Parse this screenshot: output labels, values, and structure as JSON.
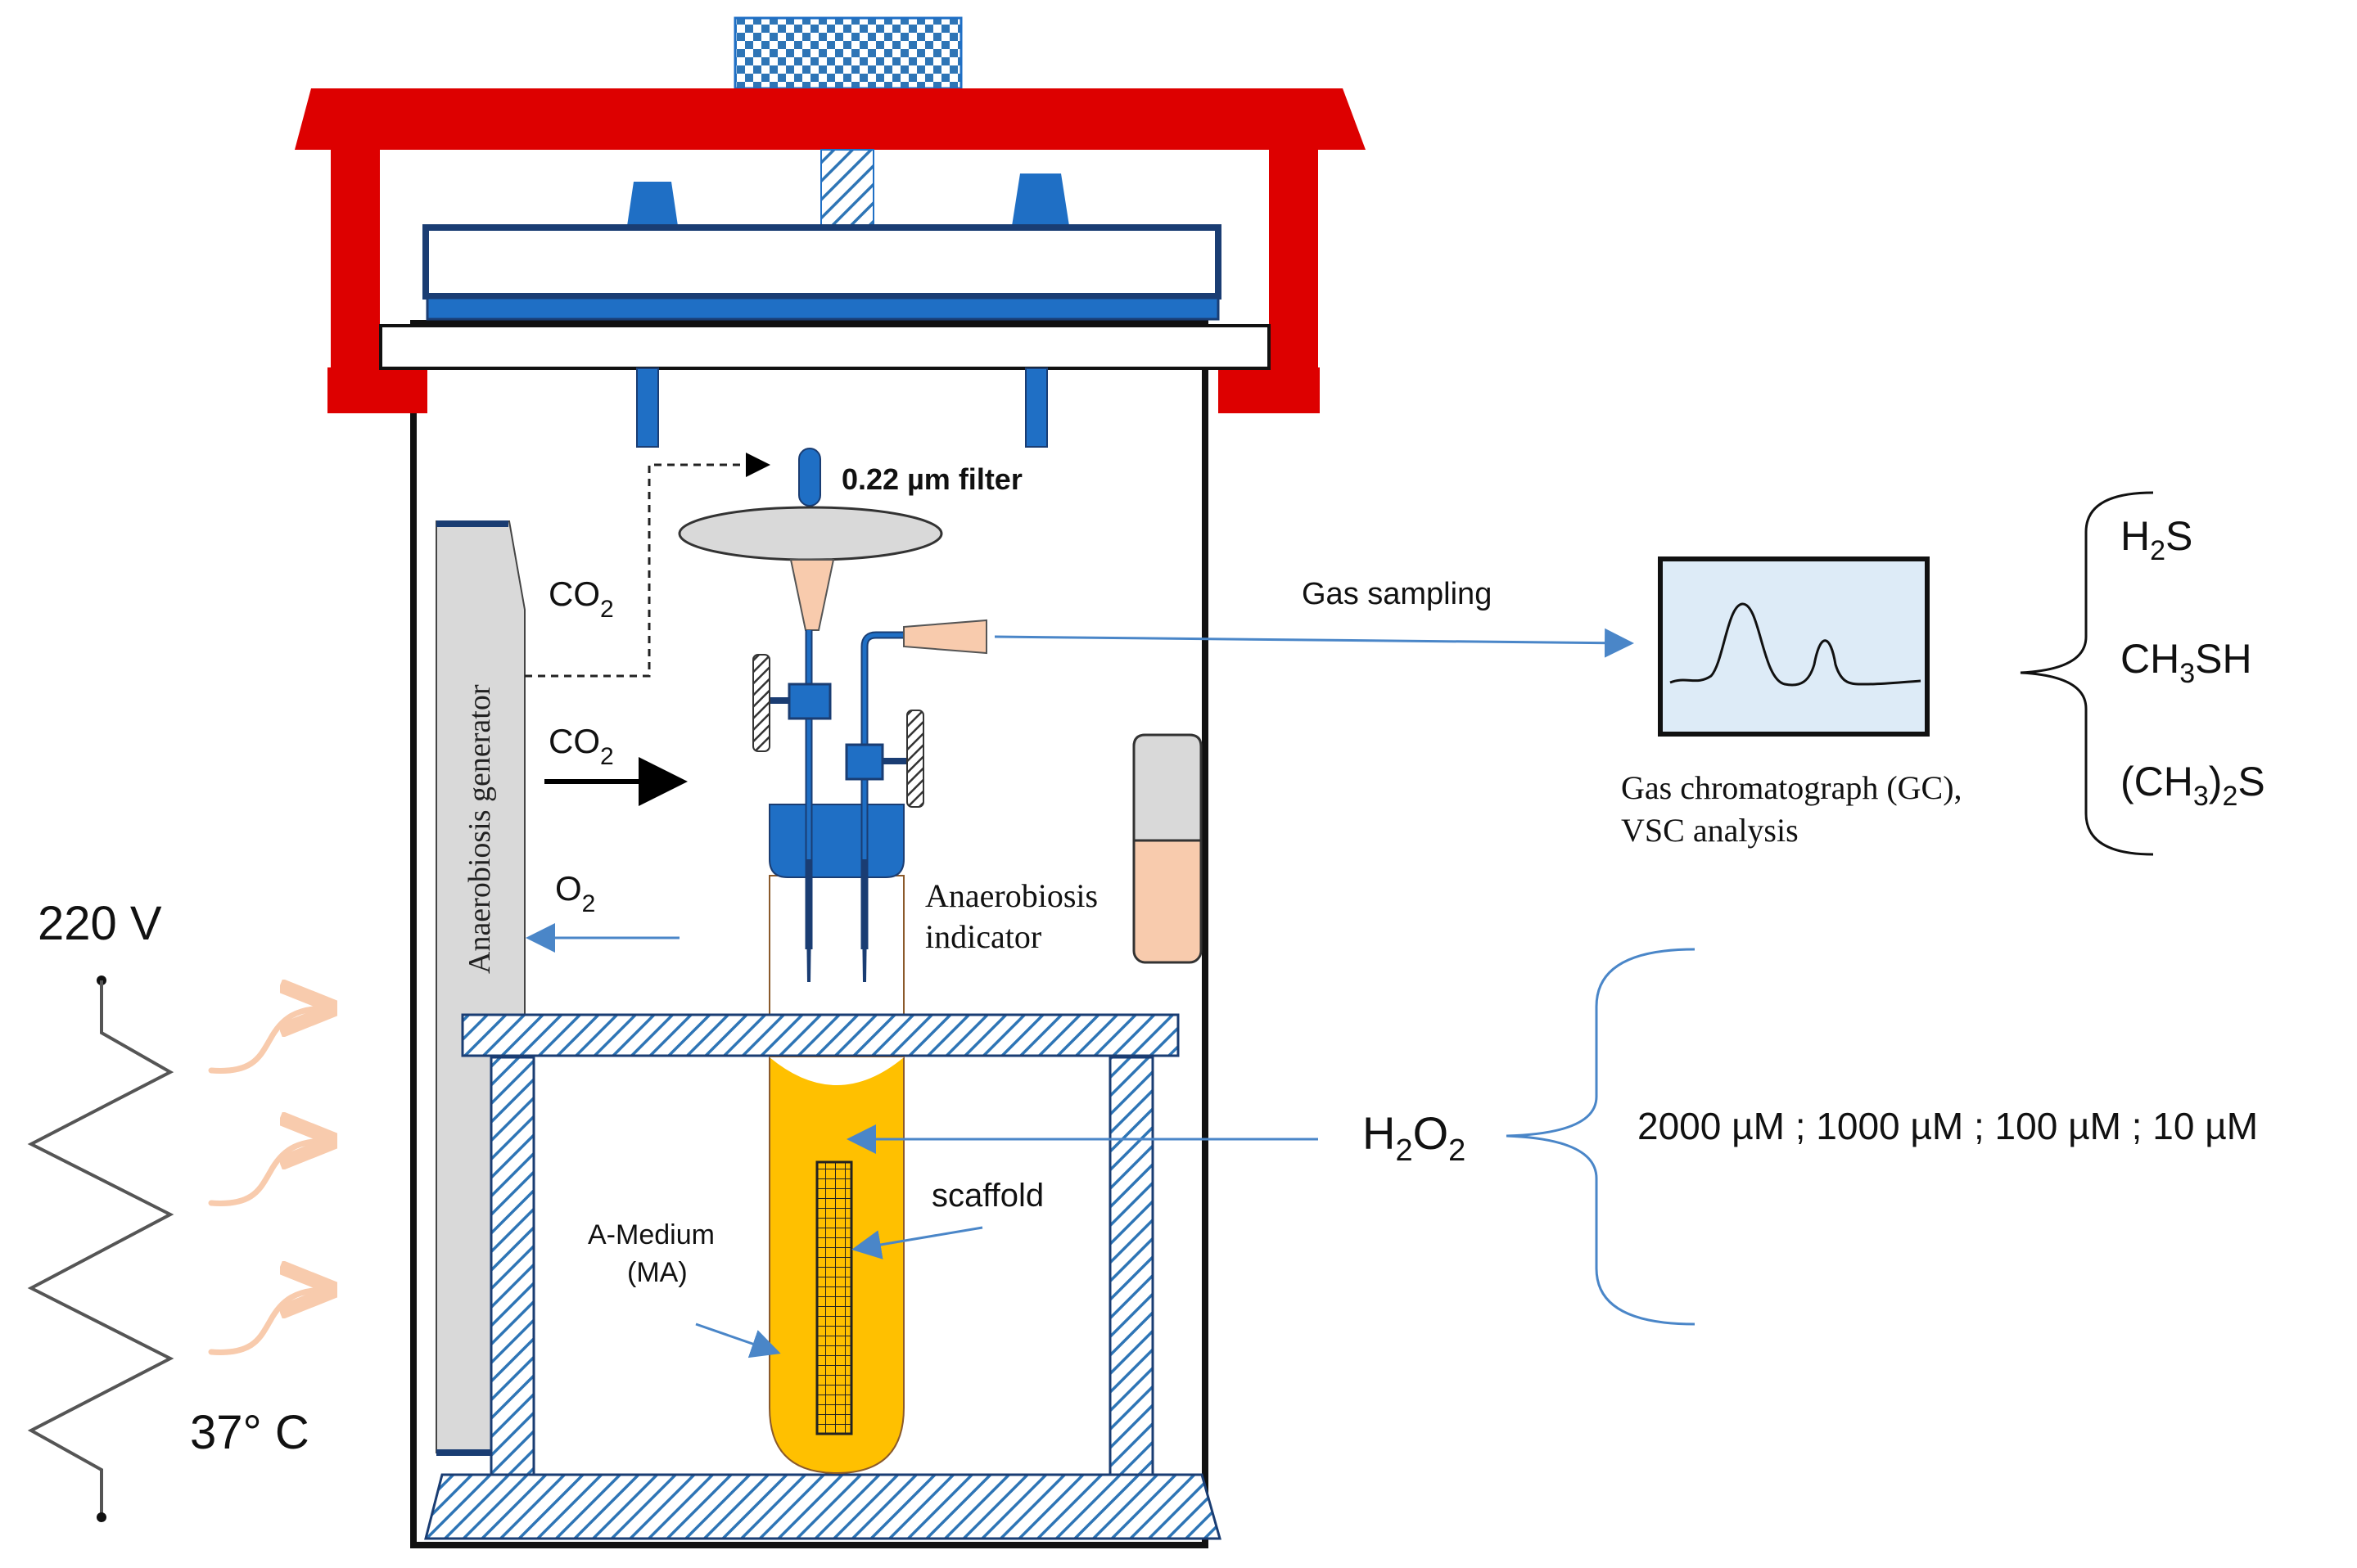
{
  "labels": {
    "filter": "0.22 µm filter",
    "co2_top": "CO",
    "co2_top_sub": "2",
    "co2_mid": "CO",
    "co2_mid_sub": "2",
    "o2": "O",
    "o2_sub": "2",
    "generator": "Anaerobiosis generator",
    "indicator_line1": "Anaerobiosis",
    "indicator_line2": "indicator",
    "gas_sampling": "Gas sampling",
    "gc_line1": "Gas chromatograph (GC),",
    "gc_line2": "VSC analysis",
    "voltage": "220 V",
    "temperature": "37° C",
    "scaffold": "scaffold",
    "medium_line1": "A-Medium",
    "medium_line2": "(MA)",
    "h2o2_main": "H",
    "h2o2_sub1": "2",
    "h2o2_mid": "O",
    "h2o2_sub2": "2",
    "concentrations": "2000 µM ; 1000 µM ; 100 µM ; 10 µM"
  },
  "vsc": {
    "h2s_a": "H",
    "h2s_sub": "2",
    "h2s_b": "S",
    "ch3sh_a": "CH",
    "ch3sh_sub": "3",
    "ch3sh_b": "SH",
    "dms_a": "(CH",
    "dms_sub1": "3",
    "dms_b": ")",
    "dms_sub2": "2",
    "dms_c": "S"
  },
  "colors": {
    "lid_red": "#dd0000",
    "blue": "#1f6fc5",
    "dark_blue": "#1a3d73",
    "medium_yellow": "#ffc000",
    "peach": "#f8cbad",
    "grey": "#d9d9d9",
    "hatch_blue": "#2e75b6",
    "arrow_blue": "#4a86c8"
  }
}
